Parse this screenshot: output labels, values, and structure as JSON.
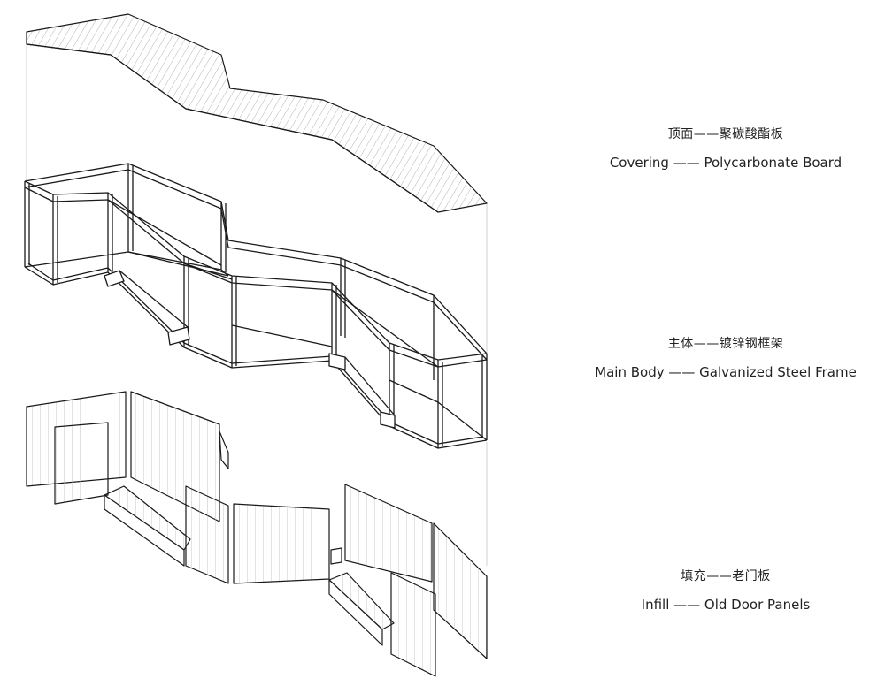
{
  "layers": [
    {
      "id": "covering",
      "zh": "顶面——聚碳酸酯板",
      "en": "Covering —— Polycarbonate Board"
    },
    {
      "id": "body",
      "zh": "主体——镀锌钢框架",
      "en": "Main Body —— Galvanized Steel Frame"
    },
    {
      "id": "infill",
      "zh": "填充——老门板",
      "en": "Infill —— Old Door Panels"
    }
  ],
  "colors": {
    "line": "#1a1a1a",
    "hatch": "#9a9a9a",
    "guide": "#bdbdbd",
    "text": "#222222"
  }
}
